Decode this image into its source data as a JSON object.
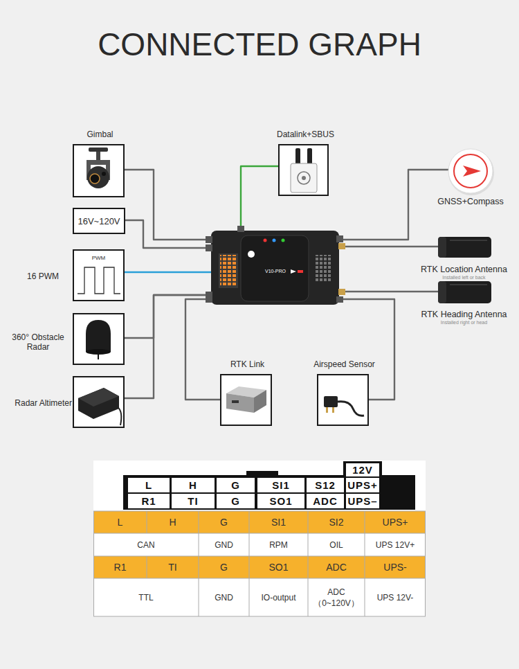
{
  "diagram": {
    "title": "CONNECTED GRAPH",
    "nodes": [
      {
        "text": [
          "Gimbal"
        ]
      },
      {
        "text": [
          "16V~120V"
        ]
      },
      {
        "text": [
          "16 PWM",
          "PWM"
        ]
      },
      {
        "text": [
          "360° Obstacle Radar"
        ]
      },
      {
        "text": [
          "Radar Altimeter"
        ]
      },
      {
        "text": [
          "V10-PRO"
        ]
      },
      {
        "text": [
          "Datalink+SBUS"
        ]
      },
      {
        "text": [
          "GNSS+Compass"
        ]
      },
      {
        "text": [
          "RTK Location Antenna",
          "Installed left or back"
        ]
      },
      {
        "text": [
          "RTK Heading Antenna",
          "Installed right or head"
        ]
      },
      {
        "text": [
          "RTK Link"
        ]
      },
      {
        "text": [
          "Airspeed Sensor"
        ]
      }
    ],
    "edges": [
      {
        "from": 0,
        "to": 5,
        "arrow": "none"
      },
      {
        "from": 1,
        "to": 5,
        "arrow": "none"
      },
      {
        "from": 2,
        "to": 5,
        "arrow": "none"
      },
      {
        "from": 3,
        "to": 5,
        "arrow": "none"
      },
      {
        "from": 4,
        "to": 5,
        "arrow": "none"
      },
      {
        "from": 6,
        "to": 5,
        "arrow": "none"
      },
      {
        "from": 7,
        "to": 5,
        "arrow": "none"
      },
      {
        "from": 8,
        "to": 5,
        "arrow": "none"
      },
      {
        "from": 9,
        "to": 5,
        "arrow": "none"
      },
      {
        "from": 10,
        "to": 5,
        "arrow": "none"
      },
      {
        "from": 11,
        "to": 5,
        "arrow": "none"
      }
    ],
    "labels": [
      "12V",
      "L",
      "H",
      "G",
      "SI1",
      "S12",
      "UPS+",
      "R1",
      "TI",
      "G",
      "SO1",
      "ADC",
      "UPS–",
      "L",
      "H",
      "G",
      "SI1",
      "SI2",
      "UPS+",
      "CAN",
      "GND",
      "RPM",
      "OIL",
      "UPS 12V+",
      "R1",
      "TI",
      "G",
      "SO1",
      "ADC",
      "UPS-",
      "TTL",
      "GND",
      "IO-output",
      "ADC （0~120V）",
      "UPS 12V-"
    ]
  }
}
